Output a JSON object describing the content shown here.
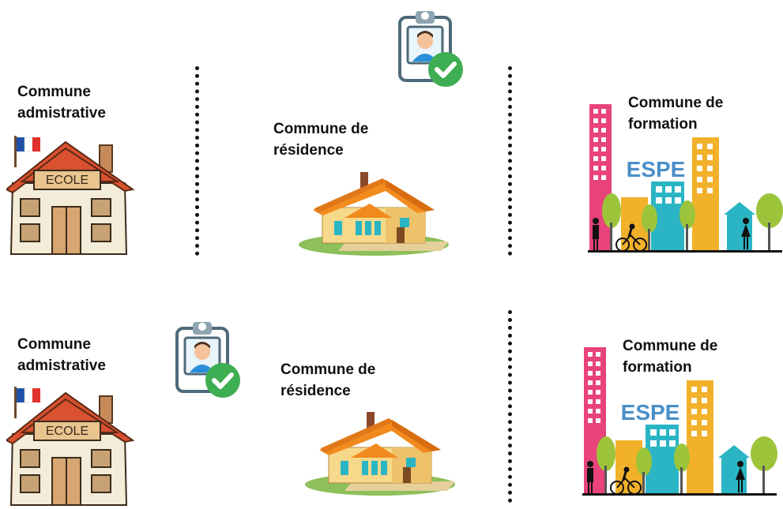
{
  "rows": [
    {
      "admin_label": "Commune\nadmistrative",
      "residence_label": "Commune de\nrésidence",
      "formation_label": "Commune de\nformation",
      "school_sign": "ECOLE",
      "espe_text": "ESPE"
    },
    {
      "admin_label": "Commune\nadmistrative",
      "residence_label": "Commune de\nrésidence",
      "formation_label": "Commune de\nformation",
      "school_sign": "ECOLE",
      "espe_text": "ESPE"
    }
  ],
  "colors": {
    "flag_blue": "#1f4fa8",
    "flag_red": "#e0312c",
    "roof_red": "#d9512f",
    "house_orange": "#f28a1e",
    "check_green": "#3eae52",
    "espe_blue": "#4a8fc8",
    "tower_pink": "#e8437a",
    "tower_orange": "#f2b12a",
    "tower_teal": "#2bb5c4",
    "tree_green": "#9cc43a"
  }
}
